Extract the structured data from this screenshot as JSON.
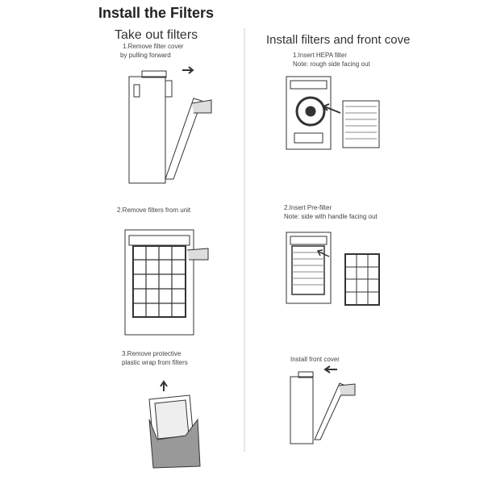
{
  "title": "Install the Filters",
  "left": {
    "heading": "Take out filters",
    "step1": [
      "1.Remove filter cover",
      "by pulling forward"
    ],
    "step2": "2.Remove filters from unit",
    "step3": [
      "3.Remove protective",
      "plastic wrap from filters"
    ]
  },
  "right": {
    "heading": "Install filters and front cove",
    "step1": [
      "1.Insert HEPA filter",
      "Note: rough side facing out"
    ],
    "step2": [
      "2.Insert Pre-filter",
      "Note: side with handle facing out"
    ],
    "step3": "Install front cover"
  }
}
